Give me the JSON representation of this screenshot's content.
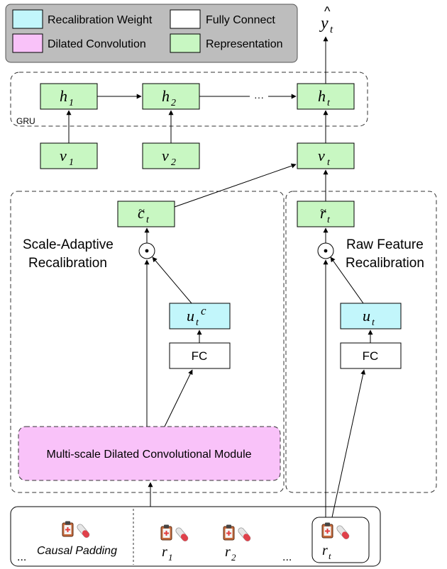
{
  "legend": {
    "items": [
      {
        "label": "Recalibration Weight",
        "color": "#c2f6fb",
        "key": "recalibration"
      },
      {
        "label": "Fully Connect",
        "color": "#ffffff",
        "key": "fc"
      },
      {
        "label": "Dilated Convolution",
        "color": "#f9c2f9",
        "key": "dilated"
      },
      {
        "label": "Representation",
        "color": "#c8f7c2",
        "key": "representation"
      }
    ]
  },
  "output": {
    "label": "y",
    "hat": "^",
    "sub": "t"
  },
  "gru": {
    "label": "GRU",
    "ellipsis": "···",
    "hidden": [
      {
        "base": "h",
        "sub": "1"
      },
      {
        "base": "h",
        "sub": "2"
      },
      {
        "base": "h",
        "sub": "t"
      }
    ],
    "inputs": [
      {
        "base": "v",
        "sub": "1"
      },
      {
        "base": "v",
        "sub": "2"
      },
      {
        "base": "v",
        "sub": "t"
      }
    ]
  },
  "left_panel": {
    "title_line1": "Scale-Adaptive",
    "title_line2": "Recalibration",
    "output": {
      "base": "c",
      "tilde": "~",
      "sub": "t"
    },
    "weight": {
      "base": "u",
      "sub": "t",
      "sup": "c"
    },
    "fc_label": "FC",
    "module_label": "Multi-scale Dilated Convolutional Module"
  },
  "right_panel": {
    "title_line1": "Raw Feature",
    "title_line2": "Recalibration",
    "output": {
      "base": "r",
      "tilde": "~",
      "sub": "t"
    },
    "weight": {
      "base": "u",
      "sub": "t"
    },
    "fc_label": "FC"
  },
  "operator_symbol": "⊙",
  "input_strip": {
    "padding_ellipsis": "...",
    "padding_label": "Causal Padding",
    "ellipsis": "...",
    "records": [
      {
        "base": "r",
        "sub": "1"
      },
      {
        "base": "r",
        "sub": "2"
      },
      {
        "base": "r",
        "sub": "t"
      }
    ]
  },
  "icons": [
    "clipboard-icon",
    "test-tube-icon"
  ]
}
